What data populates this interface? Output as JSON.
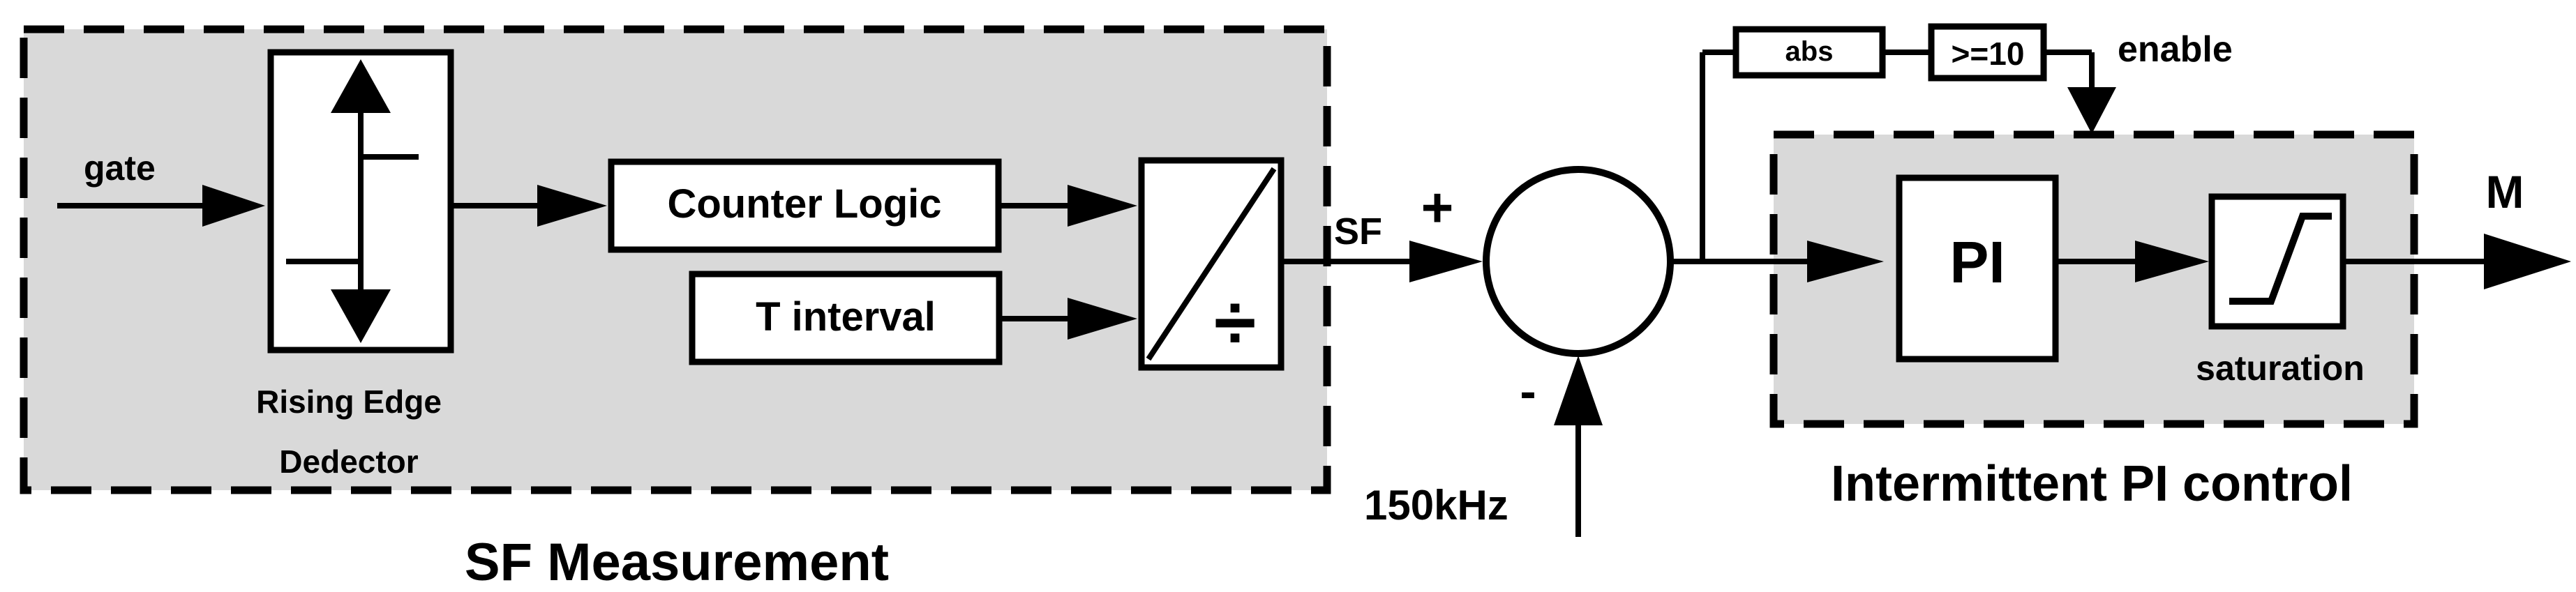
{
  "sf_measurement": {
    "title": "SF Measurement",
    "gate_label": "gate",
    "edge_detector_label_line1": "Rising Edge",
    "edge_detector_label_line2": "Dedector",
    "counter_label": "Counter Logic",
    "interval_label": "T interval",
    "divider_symbol": "÷"
  },
  "summing": {
    "sf_label": "SF",
    "plus_sign": "+",
    "minus_sign": "-",
    "reference_label": "150kHz"
  },
  "enable_path": {
    "abs_label": "abs",
    "threshold_label": ">=10",
    "enable_label": "enable"
  },
  "pi_control": {
    "title": "Intermittent PI control",
    "pi_label": "PI",
    "saturation_label": "saturation",
    "output_label": "M"
  }
}
